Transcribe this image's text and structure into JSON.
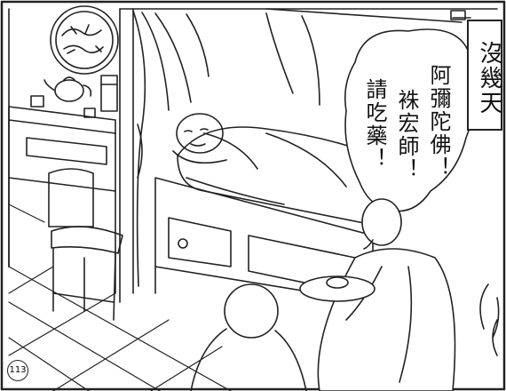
{
  "caption": "沒幾天",
  "speech": {
    "line1": "阿彌陀佛！",
    "line2": "袾宏師！",
    "line3": "請吃藥！"
  },
  "page_number": "113"
}
